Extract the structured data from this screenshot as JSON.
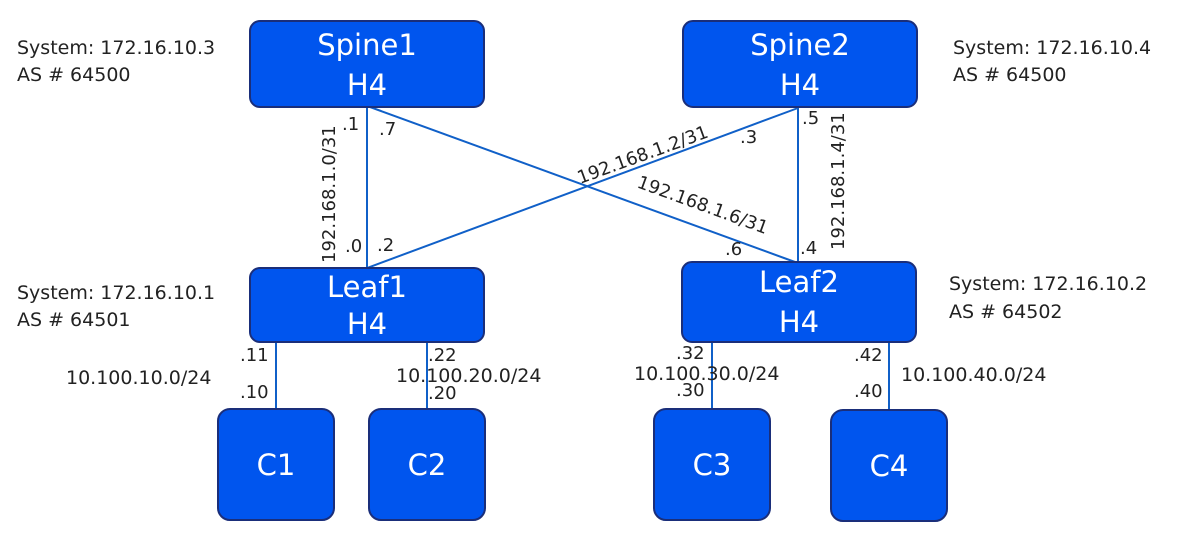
{
  "devices": {
    "spine1": {
      "name": "Spine1",
      "model": "H4",
      "system": "System: 172.16.10.3",
      "as": "AS # 64500"
    },
    "spine2": {
      "name": "Spine2",
      "model": "H4",
      "system": "System: 172.16.10.4",
      "as": "AS # 64500"
    },
    "leaf1": {
      "name": "Leaf1",
      "model": "H4",
      "system": "System: 172.16.10.1",
      "as": "AS # 64501"
    },
    "leaf2": {
      "name": "Leaf2",
      "model": "H4",
      "system": "System: 172.16.10.2",
      "as": "AS # 64502"
    },
    "c1": {
      "name": "C1"
    },
    "c2": {
      "name": "C2"
    },
    "c3": {
      "name": "C3"
    },
    "c4": {
      "name": "C4"
    }
  },
  "links": {
    "spine1_leaf1": {
      "subnet": "192.168.1.0/31",
      "a": ".1",
      "b": ".0"
    },
    "spine2_leaf1": {
      "subnet": "192.168.1.2/31",
      "a": ".3",
      "b": ".2"
    },
    "spine2_leaf2": {
      "subnet": "192.168.1.4/31",
      "a": ".5",
      "b": ".4"
    },
    "spine1_leaf2": {
      "subnet": "192.168.1.6/31",
      "a": ".7",
      "b": ".6"
    },
    "leaf1_c1": {
      "subnet": "10.100.10.0/24",
      "a": ".11",
      "b": ".10"
    },
    "leaf1_c2": {
      "subnet": "10.100.20.0/24",
      "a": ".22",
      "b": ".20"
    },
    "leaf2_c3": {
      "subnet": "10.100.30.0/24",
      "a": ".32",
      "b": ".30"
    },
    "leaf2_c4": {
      "subnet": "10.100.40.0/24",
      "a": ".42",
      "b": ".40"
    }
  }
}
